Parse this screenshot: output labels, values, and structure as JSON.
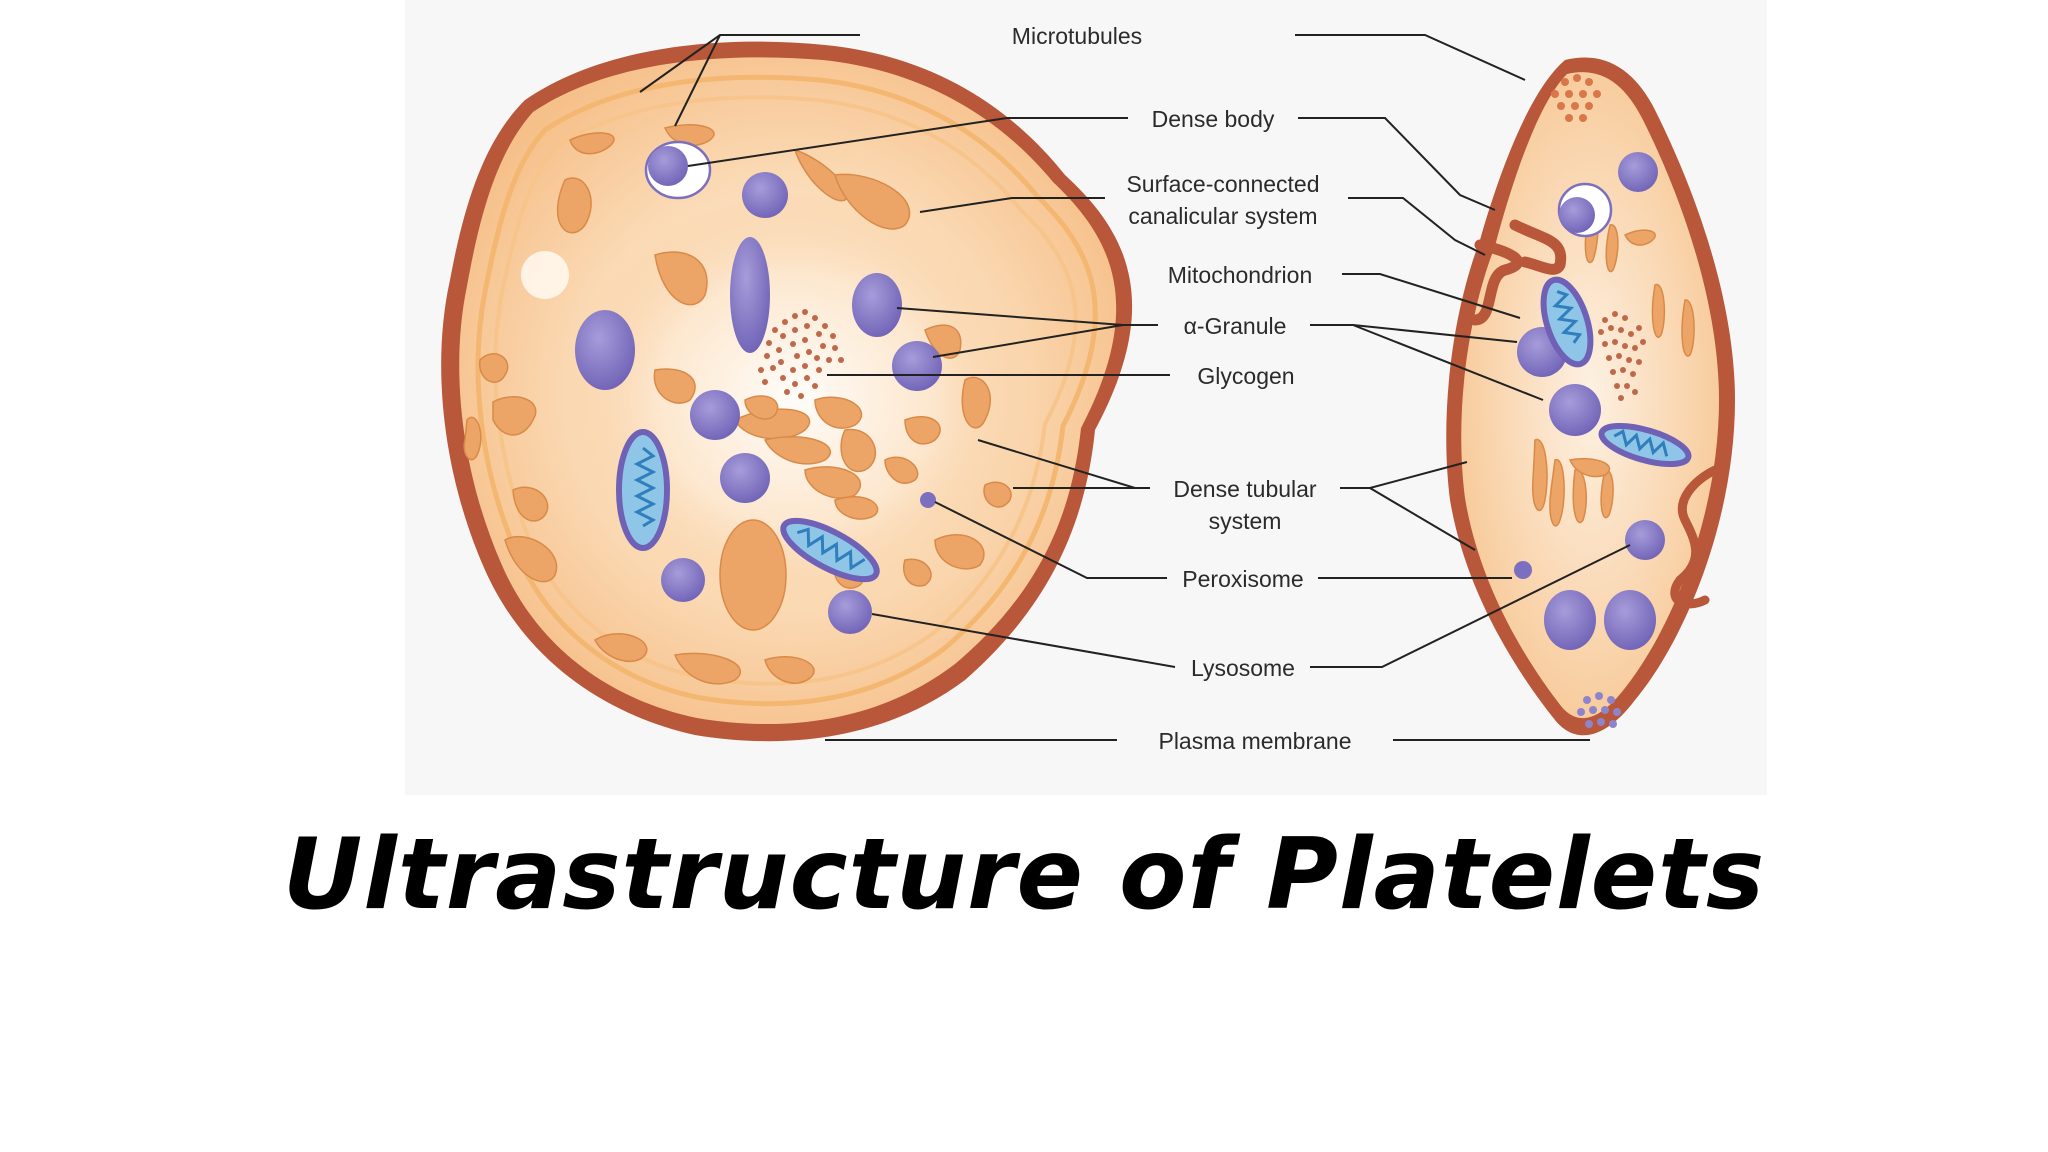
{
  "slide": {
    "title": "Ultrastructure of Platelets"
  },
  "diagram": {
    "labels": {
      "microtubules": "Microtubules",
      "dense_body": "Dense body",
      "surface_connected_1": "Surface-connected",
      "surface_connected_2": "canalicular system",
      "mitochondrion": "Mitochondrion",
      "alpha_granule": "α-Granule",
      "glycogen": "Glycogen",
      "dense_tubular_1": "Dense tubular",
      "dense_tubular_2": "system",
      "peroxisome": "Peroxisome",
      "lysosome": "Lysosome",
      "plasma_membrane": "Plasma membrane"
    },
    "colors": {
      "background": "#f7f7f7",
      "membrane": "#b9573a",
      "cytoplasm": "#f7c48f",
      "cytoplasm_center": "#fdf1e2",
      "organelle_orange": "#eca566",
      "granule_purple": "#7b6fc0",
      "granule_light": "#a79cda",
      "mito_blue": "#8fc6e8",
      "mito_crista": "#3d8fc8",
      "leader_line": "#222222"
    }
  }
}
